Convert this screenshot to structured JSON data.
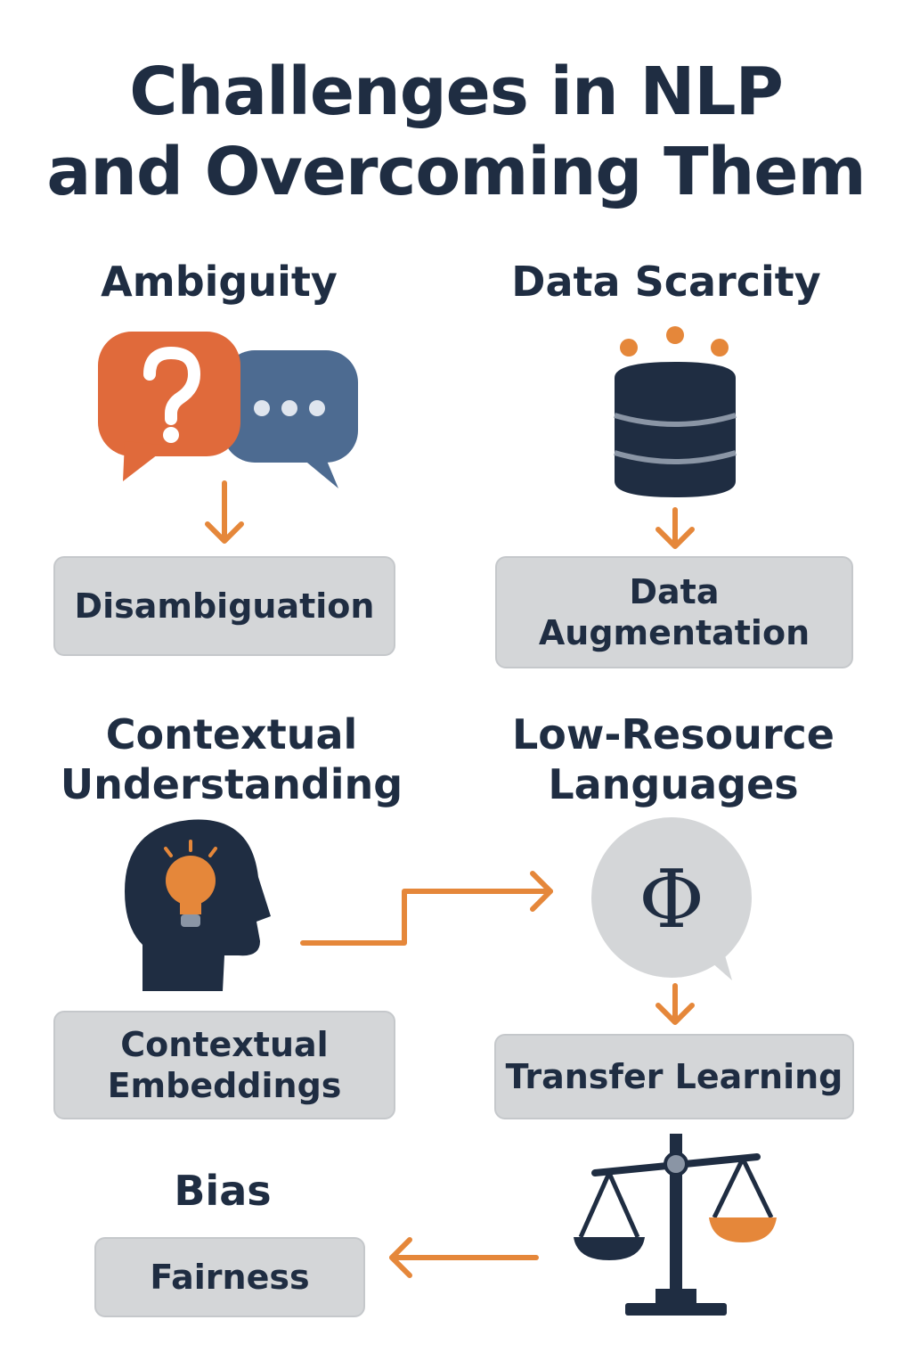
{
  "title": {
    "line1": "Challenges in NLP",
    "line2": "and Overcoming Them"
  },
  "sections": {
    "ambiguity": {
      "heading": "Ambiguity",
      "solution": "Disambiguation",
      "icon": "question-speech-bubbles-icon"
    },
    "data_scarcity": {
      "heading": "Data Scarcity",
      "solution_line1": "Data",
      "solution_line2": "Augmentation",
      "icon": "database-icon"
    },
    "contextual_understanding": {
      "heading_line1": "Contextual",
      "heading_line2": "Understanding",
      "solution_line1": "Contextual",
      "solution_line2": "Embeddings",
      "icon": "head-lightbulb-icon"
    },
    "low_resource_languages": {
      "heading_line1": "Low-Resource",
      "heading_line2": "Languages",
      "solution": "Transfer Learning",
      "icon": "phi-speech-bubble-icon",
      "glyph": "Φ"
    },
    "bias": {
      "heading": "Bias",
      "solution": "Fairness",
      "icon": "balance-scale-icon"
    }
  },
  "colors": {
    "navy": "#1f2d42",
    "orange": "#e5873a",
    "bubble_orange": "#e06a3b",
    "bubble_blue": "#4d6b91",
    "box_gray": "#d4d6d8",
    "bubble_gray": "#d4d6d8"
  }
}
